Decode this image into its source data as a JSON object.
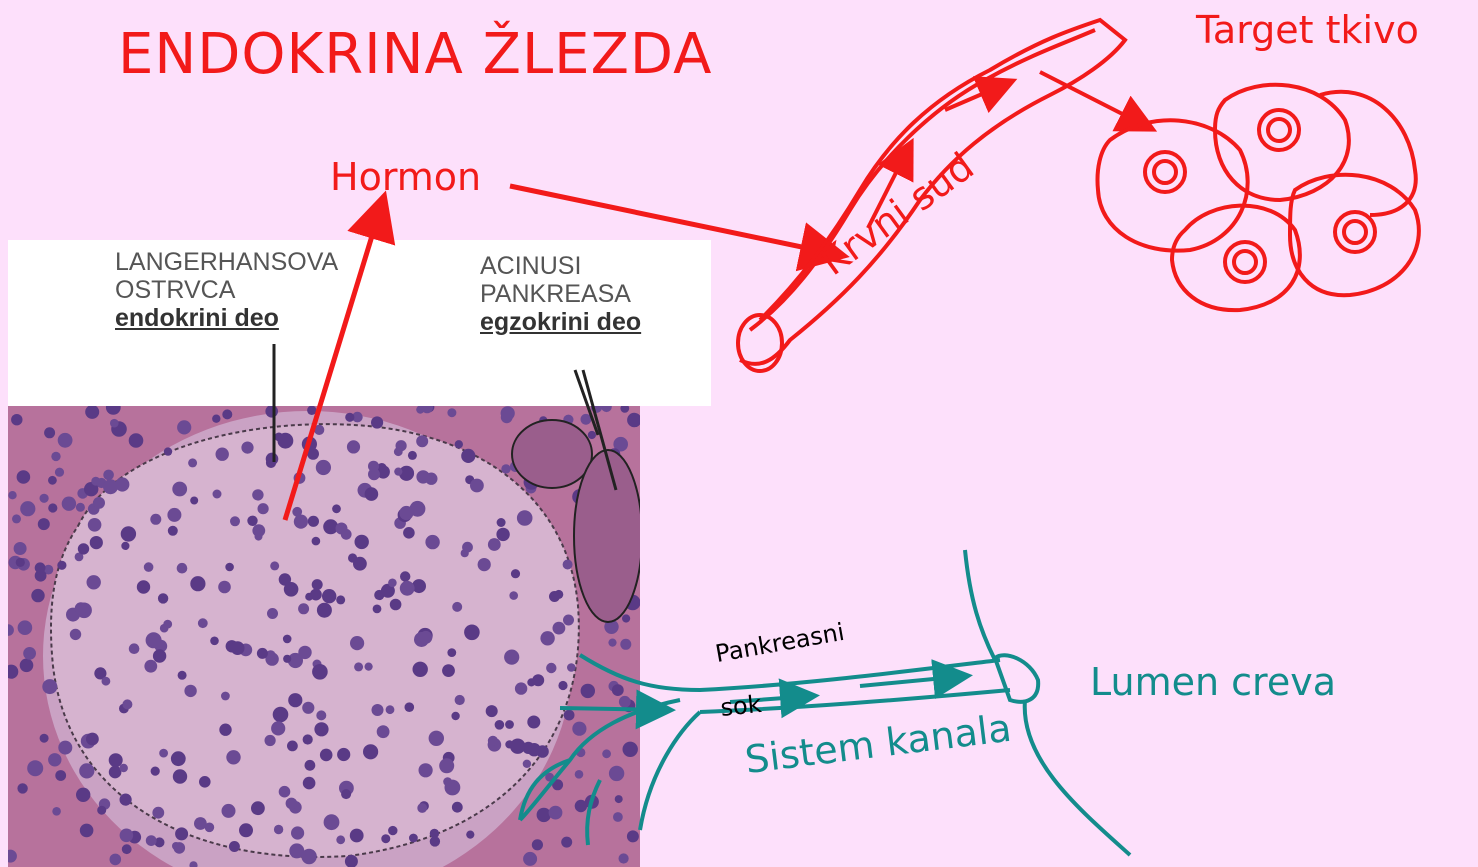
{
  "title": "ENDOKRINA ŽLEZDA",
  "labels": {
    "hormon": "Hormon",
    "target": "Target tkivo",
    "krvni_sud": "Krvni sud",
    "lumen": "Lumen creva",
    "sistem_kanala": "Sistem kanala",
    "pankreasni": "Pankreasni",
    "sok": "sok"
  },
  "micrograph": {
    "left_line1": "LANGERHANSOVA",
    "left_line2": "OSTRVCA",
    "left_line3": "endokrini deo",
    "right_line1": "ACINUSI",
    "right_line2": "PANKREASA",
    "right_line3": "egzokrini deo"
  },
  "colors": {
    "background": "#fde0fb",
    "red": "#f21a1a",
    "teal": "#138c8c"
  }
}
